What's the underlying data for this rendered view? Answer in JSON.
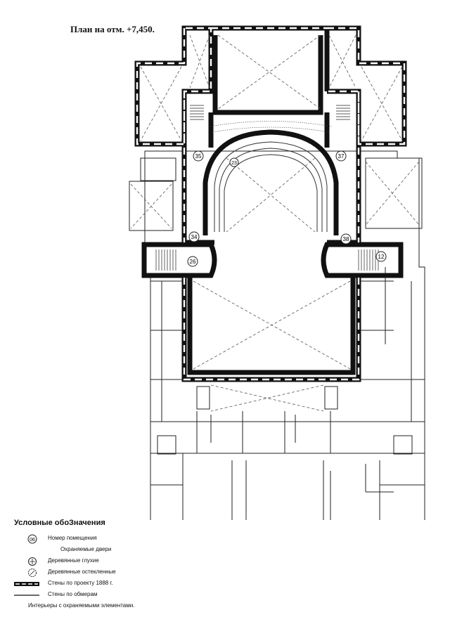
{
  "title": "План на отм. +7,450.",
  "rooms": [
    "35",
    "37",
    "34",
    "38",
    "26",
    "12",
    "23"
  ],
  "legend": {
    "title": "Условные обоЗначения",
    "room_symbol": "06",
    "items": [
      "Номер помещения",
      "Охраняемые двери",
      "Деревянные глухие",
      "Деревянные остекленные",
      "Стены по проекту 1888 г.",
      "Стены по обмерам",
      "Интерьеры с охраняемыми элементами."
    ]
  }
}
